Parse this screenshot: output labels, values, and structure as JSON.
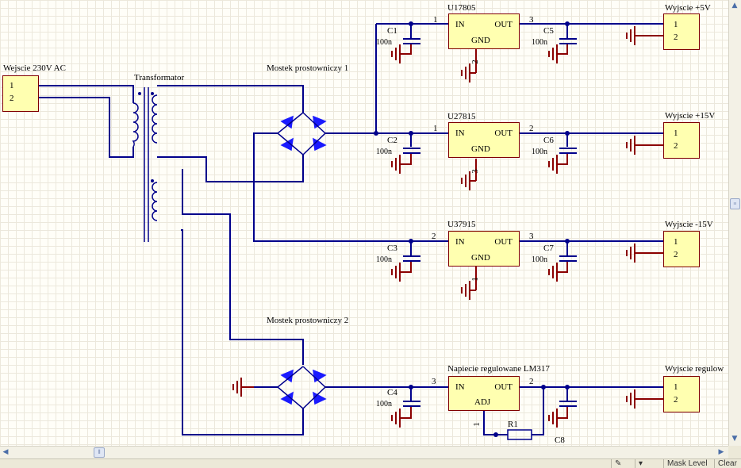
{
  "schematic": {
    "input_connector": {
      "label": "Wejscie 230V AC",
      "pins": [
        "1",
        "2"
      ]
    },
    "transformer": {
      "label": "Transformator"
    },
    "bridges": [
      {
        "label": "Mostek prostowniczy 1"
      },
      {
        "label": "Mostek prostowniczy 2"
      }
    ],
    "regulators": [
      {
        "designator": "U17805",
        "in": "IN",
        "out": "OUT",
        "gnd": "GND",
        "pin_in": "1",
        "pin_out": "3",
        "pin_gnd": "2"
      },
      {
        "designator": "U27815",
        "in": "IN",
        "out": "OUT",
        "gnd": "GND",
        "pin_in": "1",
        "pin_out": "2",
        "pin_gnd": "3"
      },
      {
        "designator": "U37915",
        "in": "IN",
        "out": "OUT",
        "gnd": "GND",
        "pin_in": "2",
        "pin_out": "3",
        "pin_gnd": "1"
      },
      {
        "designator": "Napiecie regulowane LM317",
        "in": "IN",
        "out": "OUT",
        "gnd": "ADJ",
        "pin_in": "3",
        "pin_out": "2",
        "pin_gnd": "1"
      }
    ],
    "capacitors": [
      {
        "name": "C1",
        "value": "100n"
      },
      {
        "name": "C2",
        "value": "100n"
      },
      {
        "name": "C3",
        "value": "100n"
      },
      {
        "name": "C4",
        "value": "100n"
      },
      {
        "name": "C5",
        "value": "100n"
      },
      {
        "name": "C6",
        "value": "100n"
      },
      {
        "name": "C7",
        "value": "100n"
      },
      {
        "name": "C8",
        "value": ""
      }
    ],
    "resistor": {
      "name": "R1"
    },
    "outputs": [
      {
        "label": "Wyjscie +5V",
        "pins": [
          "1",
          "2"
        ]
      },
      {
        "label": "Wyjscie +15V",
        "pins": [
          "1",
          "2"
        ]
      },
      {
        "label": "Wyjscie -15V",
        "pins": [
          "1",
          "2"
        ]
      },
      {
        "label": "Wyjscie regulow",
        "pins": [
          "1",
          "2"
        ]
      }
    ]
  },
  "statusbar": {
    "items": [
      "Mask Level",
      "Clear"
    ]
  },
  "colors": {
    "wire": "#00008b",
    "component_fill": "#ffffb0",
    "component_border": "#800000",
    "ground": "#8b0000",
    "diode": "#1a1aff"
  }
}
